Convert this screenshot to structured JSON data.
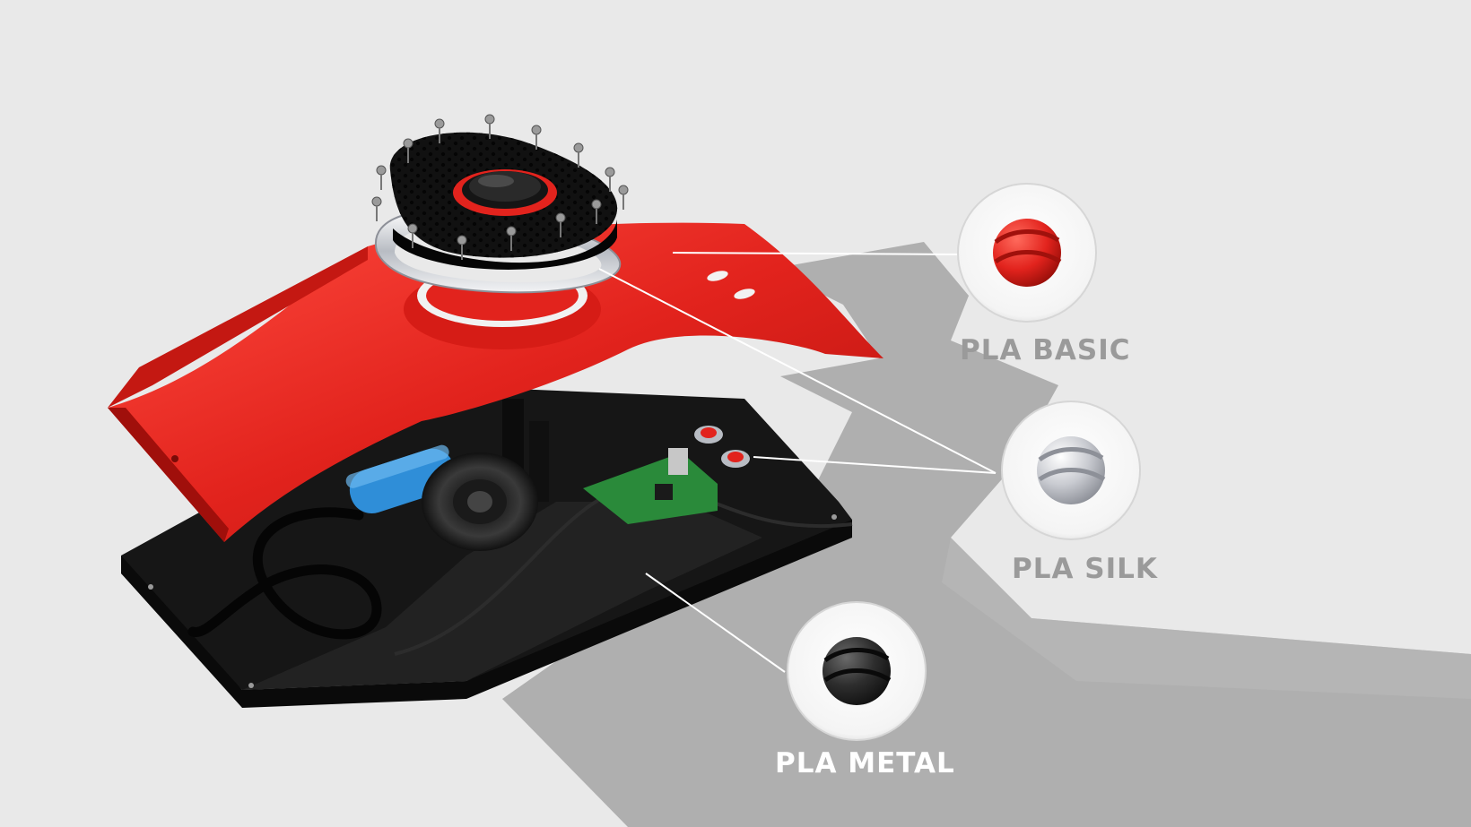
{
  "materials": [
    {
      "id": "pla-basic",
      "label": "PLA BASIC",
      "swatch_color": "#e0231c",
      "label_color": "#9a9a9a"
    },
    {
      "id": "pla-silk",
      "label": "PLA SILK",
      "swatch_color": "#c9cbd1",
      "label_color": "#9a9a9a"
    },
    {
      "id": "pla-metal",
      "label": "PLA METAL",
      "swatch_color": "#2e2e2e",
      "label_color": "#ffffff"
    }
  ],
  "colors": {
    "background": "#e9e9e9",
    "shadow": "#a4a4a4",
    "shell_red": "#e2231d",
    "base_black": "#161616",
    "chrome": "#d5d8dc",
    "battery_blue": "#2f8ed8",
    "pcb_green": "#2a8a3a"
  }
}
